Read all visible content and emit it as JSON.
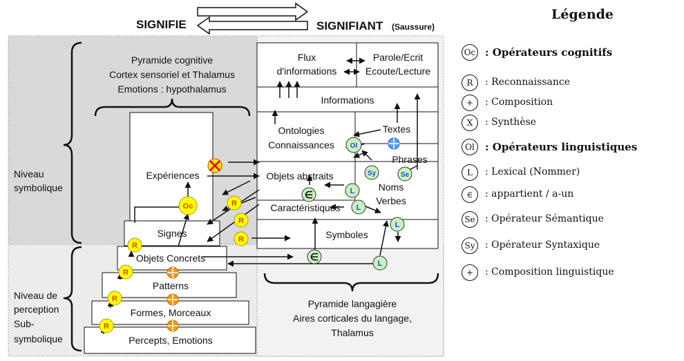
{
  "header": {
    "signifie": "SIGNIFIE",
    "signifiant": "SIGNIFIANT",
    "saussure": "(Saussure)"
  },
  "levels": {
    "symbolic_line1": "Niveau",
    "symbolic_line2": "symbolique",
    "perception_line1": "Niveau de",
    "perception_line2": "perception",
    "perception_line3": "Sub-",
    "perception_line4": "symbolique"
  },
  "cognitive_pyramid": {
    "line1": "Pyramide cognitive",
    "line2": "Cortex sensoriel et Thalamus",
    "line3": "Emotions : hypothalamus"
  },
  "language_pyramid": {
    "line1": "Pyramide langagière",
    "line2": "Aires corticales du langage,",
    "line3": "Thalamus"
  },
  "boxes": {
    "experiences": "Expériences",
    "signes": "Signes",
    "objets_concrets": "Objets Concrets",
    "patterns": "Patterns",
    "formes": "Formes, Morceaux",
    "percepts": "Percepts, Emotions",
    "flux_1": "Flux",
    "flux_2": "d'informations",
    "parole": "Parole/Ecrit",
    "ecoute": "Ecoute/Lecture",
    "informations": "Informations",
    "ontologies": "Ontologies",
    "connaissances": "Connaissances",
    "textes": "Textes",
    "phrases": "Phrases",
    "objets_abstraits": "Objets abstraits",
    "noms": "Noms",
    "verbes": "Verbes",
    "caracteristiques": "Caractéristiques",
    "symboles": "Symboles"
  },
  "operators": {
    "R": "R",
    "Oc": "Oc",
    "Ol": "Ol",
    "L": "L",
    "Sy": "Sy",
    "Se": "Se",
    "in": "∈"
  },
  "legend": {
    "title": "Légende",
    "items": [
      {
        "symbol": "Oc",
        "text": ": Opérateurs cognitifs",
        "bold": true
      },
      {
        "symbol": "R",
        "text": ": Reconnaissance",
        "bold": false
      },
      {
        "symbol": "+",
        "text": ": Composition",
        "bold": false
      },
      {
        "symbol": "X",
        "text": ": Synthèse",
        "bold": false
      },
      {
        "symbol": "Ol",
        "text": ": Opérateurs linguistiques",
        "bold": true
      },
      {
        "symbol": "L",
        "text": ": Lexical (Nommer)",
        "bold": false
      },
      {
        "symbol": "∈",
        "text": ": appartient / a-un",
        "bold": false
      },
      {
        "symbol": "Se",
        "text": ": Opérateur Sémantique",
        "bold": false
      },
      {
        "symbol": "Sy",
        "text": ": Opérateur Syntaxique",
        "bold": false
      },
      {
        "symbol": "+",
        "text": ": Composition linguistique",
        "bold": false
      }
    ]
  },
  "colors": {
    "symbolic_bg": "#d9d9d9",
    "perception_bg": "#ececec",
    "yellow": "#ffff00",
    "yellow_text": "#d44a00",
    "orange_cross": "#f59a00",
    "green": "#c9f2c2",
    "blue_text": "#1f4fcf",
    "line": "#111111"
  }
}
